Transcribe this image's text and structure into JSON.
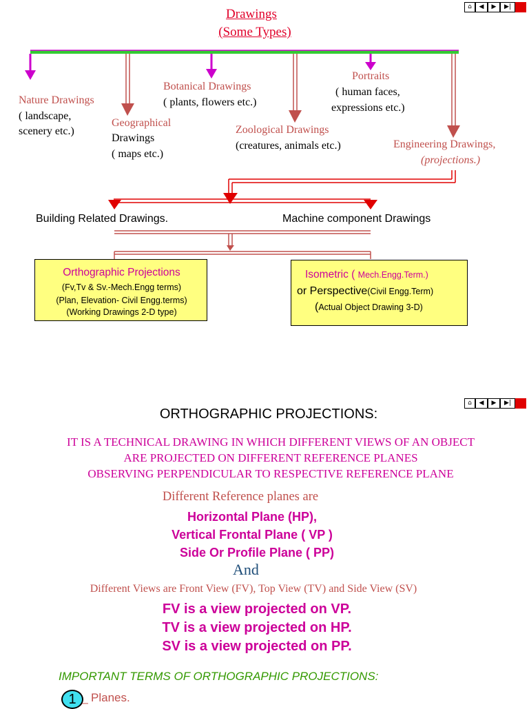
{
  "slide1": {
    "title": "Drawings",
    "subtitle": "(Some Types)",
    "nav_icons": [
      "home-icon",
      "first-slide-icon",
      "previous-slide-icon",
      "next-slide-icon",
      "last-slide-icon",
      "exit-icon"
    ],
    "nature": {
      "label": "Nature Drawings",
      "line1": "( landscape,",
      "line2": "scenery etc.)"
    },
    "geographical": {
      "label": "Geographical",
      "line1": "Drawings",
      "line2": "( maps etc.)"
    },
    "botanical": {
      "label": "Botanical Drawings",
      "line1": "( plants, flowers etc.)"
    },
    "zoological": {
      "label": "Zoological Drawings",
      "line1": "(creatures, animals etc.)"
    },
    "portraits": {
      "label": "Portraits",
      "line1": "( human faces,",
      "line2": "expressions etc.)"
    },
    "engineering": {
      "label": "Engineering Drawings,",
      "line1": "(projections.)"
    },
    "building": "Building Related Drawings.",
    "machine": "Machine component Drawings",
    "ortho_box": {
      "title": "Orthographic Projections",
      "line1": "(Fv,Tv & Sv.-Mech.Engg terms)",
      "line2": "(Plan, Elevation- Civil Engg.terms)",
      "line3": "(Working Drawings 2-D type)"
    },
    "iso_box": {
      "title": "Isometric ( ",
      "title_term": "Mech.Engg.Term.)",
      "line1_a": "or Perspective",
      "line1_b": "(Civil Engg.Term)",
      "line2_a": "(",
      "line2_b": "Actual Object Drawing  3-D)"
    }
  },
  "slide2": {
    "heading": "ORTHOGRAPHIC PROJECTIONS:",
    "def1": "IT IS A TECHNICAL DRAWING IN WHICH DIFFERENT VIEWS OF AN OBJECT",
    "def2": "ARE PROJECTED ON DIFFERENT REFERENCE PLANES",
    "def3": "OBSERVING PERPENDICULAR TO RESPECTIVE REFERENCE PLANE",
    "planes_intro": "Different Reference planes are",
    "planes": [
      "Horizontal Plane (HP),",
      "Vertical Frontal Plane ( VP )",
      "Side Or Profile Plane ( PP)"
    ],
    "and": "And",
    "views_intro": "Different Views are Front View (FV), Top View (TV) and  Side View (SV)",
    "views": [
      "FV is a view projected on VP.",
      "TV is a view projected on HP.",
      "SV is a view projected on PP."
    ],
    "important": "IMPORTANT TERMS OF ORTHOGRAPHIC PROJECTIONS:",
    "item1_num": "1",
    "item1_label": "Planes."
  },
  "colors": {
    "title_red": "#e0002a",
    "label_red": "#c0504d",
    "magenta": "#cc0099",
    "arrow_magenta": "#cc00cc",
    "arrow_red": "#c0504d",
    "bar_green": "#33cc33",
    "box_yellow": "#ffff80",
    "green_text": "#339900",
    "and_blue": "#1f4e79"
  }
}
